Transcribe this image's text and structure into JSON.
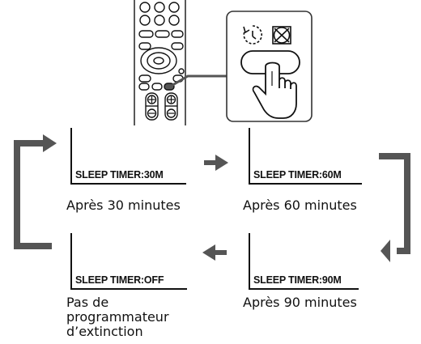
{
  "panels": [
    {
      "display": "SLEEP TIMER:30M",
      "caption": "Après 30 minutes"
    },
    {
      "display": "SLEEP TIMER:60M",
      "caption": "Après 60 minutes"
    },
    {
      "display": "SLEEP TIMER:90M",
      "caption": "Après 90 minutes"
    },
    {
      "display": "SLEEP TIMER:OFF",
      "caption_lines": [
        "Pas de",
        "programmateur",
        "d’extinction"
      ]
    }
  ],
  "icons": [
    "remote-control-icon",
    "sleep-timer-symbol-icon",
    "mute-symbol-icon",
    "pressing-hand-icon",
    "cycle-arrow-icon"
  ],
  "colors": {
    "line": "#111111",
    "arrow": "#555555",
    "panel_border": "#333333"
  }
}
